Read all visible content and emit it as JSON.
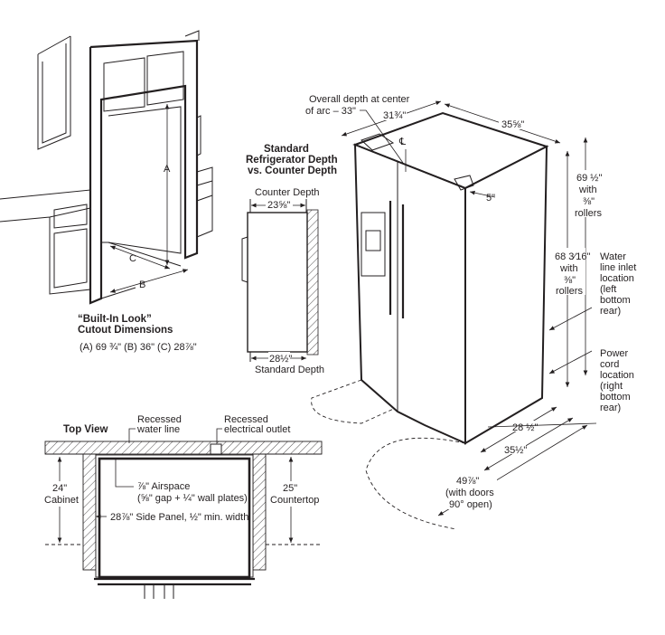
{
  "cutout": {
    "title_line1": "“Built-In Look”",
    "title_line2": "Cutout Dimensions",
    "dims": "(A) 69 ¾\"   (B) 36\"   (C) 28⅞\"",
    "label_a": "A",
    "label_b": "B",
    "label_c": "C"
  },
  "depth_compare": {
    "title_line1": "Standard",
    "title_line2": "Refrigerator Depth",
    "title_line3": "vs. Counter Depth",
    "counter_label": "Counter Depth",
    "counter_value": "23⅝\"",
    "standard_value": "28½\"",
    "standard_label": "Standard Depth"
  },
  "fridge": {
    "overall_depth_line1": "Overall depth at center",
    "overall_depth_line2": "of arc – 33\"",
    "depth_top": "31¾\"",
    "width_top": "35⅝\"",
    "centerline": "℄",
    "hinge_offset": "5\"",
    "height_total": [
      "69 ½\"",
      "with",
      "⅜\"",
      "rollers"
    ],
    "height_case": [
      "68 3⁄16\"",
      "with",
      "⅜\"",
      "rollers"
    ],
    "water_inlet": [
      "Water",
      "line inlet",
      "location",
      "(left",
      "bottom",
      "rear)"
    ],
    "power_cord": [
      "Power",
      "cord",
      "location",
      "(right",
      "bottom",
      "rear)"
    ],
    "depth_bottom": "28 ½\"",
    "width_bottom": "35½\"",
    "doors_open": [
      "49⅞\"",
      "(with doors",
      "90° open)"
    ]
  },
  "top_view": {
    "title": "Top View",
    "water_line": [
      "Recessed",
      "water line"
    ],
    "outlet": [
      "Recessed",
      "electrical outlet"
    ],
    "airspace_line1": "⅞\" Airspace",
    "airspace_line2": "(⅝\" gap + ¼\" wall plates)",
    "cabinet": [
      "24\"",
      "Cabinet"
    ],
    "countertop": [
      "25\"",
      "Countertop"
    ],
    "side_panel": "28⅞\" Side Panel, ½\" min. width"
  }
}
